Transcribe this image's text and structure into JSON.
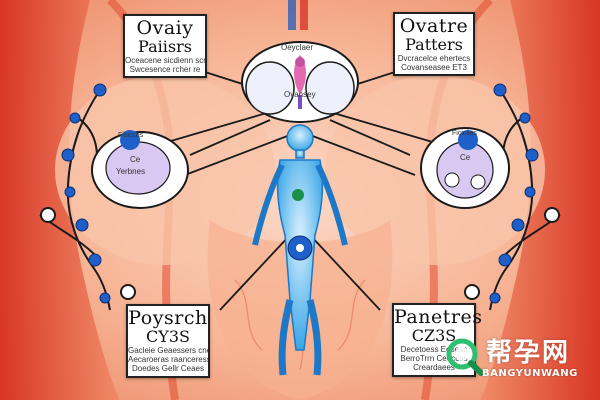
{
  "colors": {
    "skin": "#f3a07e",
    "skin_light": "#fbd2bd",
    "muscle_red": "#e8402a",
    "figure_blue": "#3aa6e6",
    "node_blue": "#1f5fc9",
    "line_dark": "#1a1a1a",
    "lavender": "#d9c8f2",
    "accent_pink": "#e36ab0",
    "watermark_green": "#2fbf71"
  },
  "labels": {
    "top_left": {
      "title": "Ovaiy",
      "subtitle": "Paiisrs",
      "lines": [
        "Oceacene sicdienn scre",
        "Swcesence rcher re"
      ]
    },
    "top_right": {
      "title": "Ovatre",
      "subtitle": "Patters",
      "lines": [
        "Dvcracelce ehertecs",
        "Covanseasee ET3"
      ]
    },
    "center_top": {
      "title": "Oeyclaer",
      "caption": "Ovansey"
    },
    "bottom_left": {
      "title": "Poysrch",
      "subtitle": "CY3S",
      "lines": [
        "Gacleie Geaessers cne",
        "Aecaroeras raanceress",
        "Doedes Gellr Ceaes"
      ]
    },
    "bottom_right": {
      "title": "Panetres",
      "subtitle": "CZ3S",
      "lines": [
        "Decetoess Eeseas",
        "BerroTrrn Ceeccas",
        "Creardaees"
      ]
    }
  },
  "side_cells": {
    "left": {
      "line1": "Fisicces",
      "line2": "Ce",
      "line3": "Yerbnes"
    },
    "right": {
      "line1": "Ficiciies",
      "line2": "Ce"
    }
  },
  "figure": {
    "head_icon": "figure-head-icon",
    "organ_icon": "organ-node-icon"
  },
  "watermark": {
    "chinese": "帮孕网",
    "latin": "BANGYUNWANG"
  }
}
